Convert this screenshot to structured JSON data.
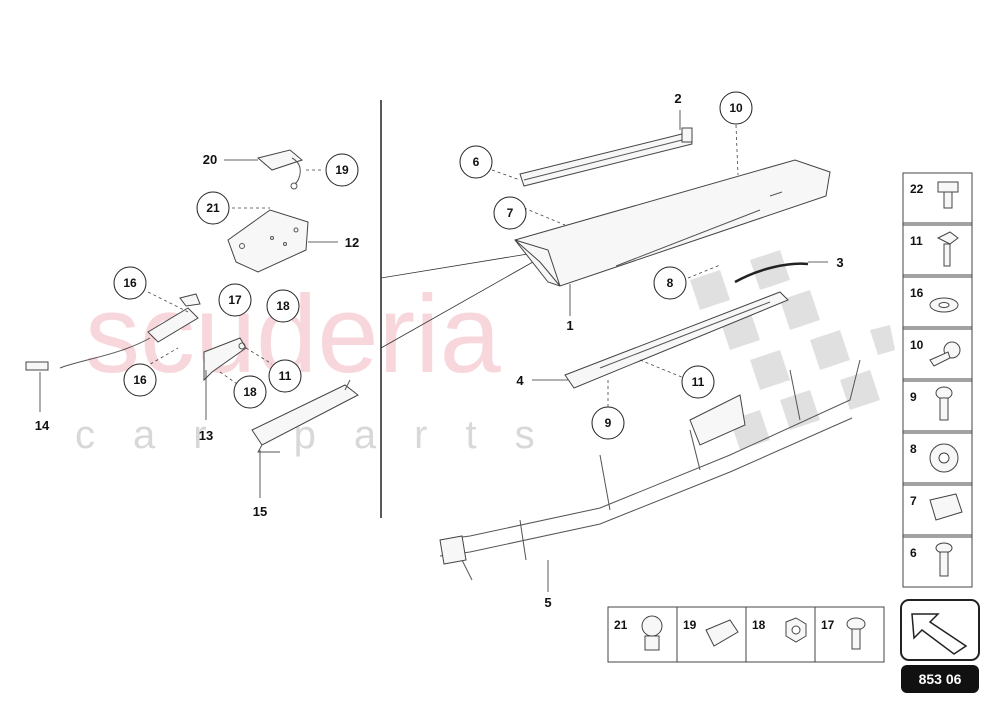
{
  "watermark": {
    "line1": "scuderia",
    "line2": "car parts"
  },
  "reference_badge": "853 06",
  "callouts": {
    "c1": "1",
    "c2": "2",
    "c3": "3",
    "c4": "4",
    "c5": "5",
    "c6": "6",
    "c7": "7",
    "c8": "8",
    "c9": "9",
    "c10": "10",
    "c11a": "11",
    "c11b": "11",
    "c12": "12",
    "c13": "13",
    "c14": "14",
    "c15": "15",
    "c16a": "16",
    "c16b": "16",
    "c17": "17",
    "c18a": "18",
    "c18b": "18",
    "c19": "19",
    "c20": "20",
    "c21": "21"
  },
  "legend_right": [
    "22",
    "11",
    "16",
    "10",
    "9",
    "8",
    "7",
    "6"
  ],
  "legend_bottom": [
    "21",
    "19",
    "18",
    "17"
  ],
  "colors": {
    "watermark": "#f4b8c0",
    "ink": "#111111",
    "badge_bg": "#111111"
  }
}
